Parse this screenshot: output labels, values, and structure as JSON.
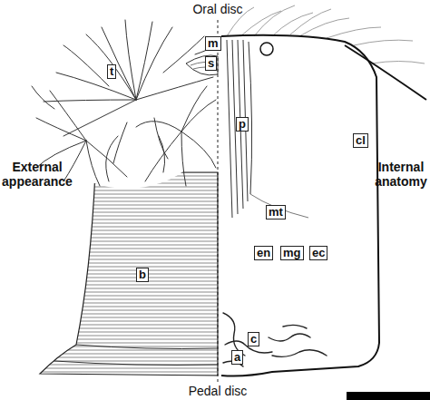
{
  "diagram": {
    "nodes": [
      {
        "text": [
          "m"
        ]
      },
      {
        "text": [
          "s"
        ]
      },
      {
        "text": [
          "t"
        ]
      },
      {
        "text": [
          "p"
        ]
      },
      {
        "text": [
          "cl"
        ]
      },
      {
        "text": [
          "mt"
        ]
      },
      {
        "text": [
          "en"
        ]
      },
      {
        "text": [
          "mg"
        ]
      },
      {
        "text": [
          "ec"
        ]
      },
      {
        "text": [
          "b"
        ]
      },
      {
        "text": [
          "c"
        ]
      },
      {
        "text": [
          "a"
        ]
      }
    ],
    "labels": [
      "Oral disc",
      "External appearance",
      "Internal anatomy",
      "Pedal disc"
    ]
  }
}
